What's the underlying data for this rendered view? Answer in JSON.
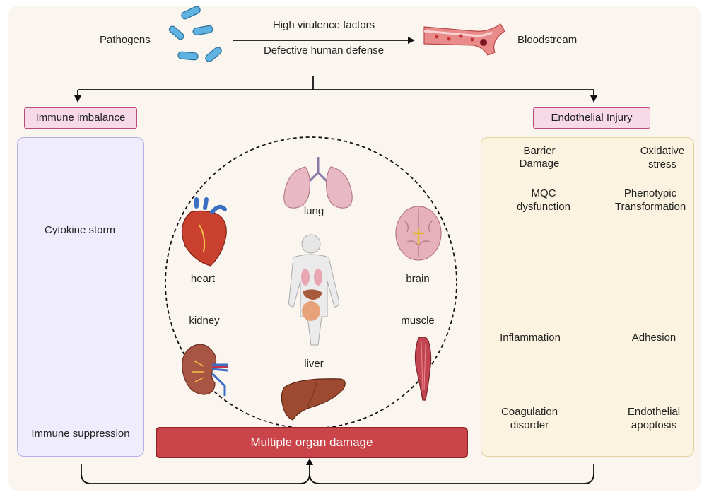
{
  "top": {
    "pathogens": "Pathogens",
    "factor1": "High virulence factors",
    "factor2": "Defective human defense",
    "bloodstream": "Bloodstream"
  },
  "branches": {
    "left_tag": "Immune imbalance",
    "right_tag": "Endothelial Injury"
  },
  "immune": {
    "cytokine": "Cytokine storm",
    "suppression": "Immune suppression"
  },
  "organs": {
    "lung": "lung",
    "heart": "heart",
    "brain": "brain",
    "kidney": "kidney",
    "muscle": "muscle",
    "liver": "liver",
    "banner": "Multiple organ damage"
  },
  "endothelial": {
    "barrier_1": "Barrier",
    "barrier_2": "Damage",
    "oxidative_1": "Oxidative",
    "oxidative_2": "stress",
    "mqc_1": "MQC",
    "mqc_2": "dysfunction",
    "pheno_1": "Phenotypic",
    "pheno_2": "Transformation",
    "inflammation": "Inflammation",
    "adhesion": "Adhesion",
    "coag_1": "Coagulation",
    "coag_2": "disorder",
    "apop_1": "Endothelial",
    "apop_2": "apoptosis"
  }
}
